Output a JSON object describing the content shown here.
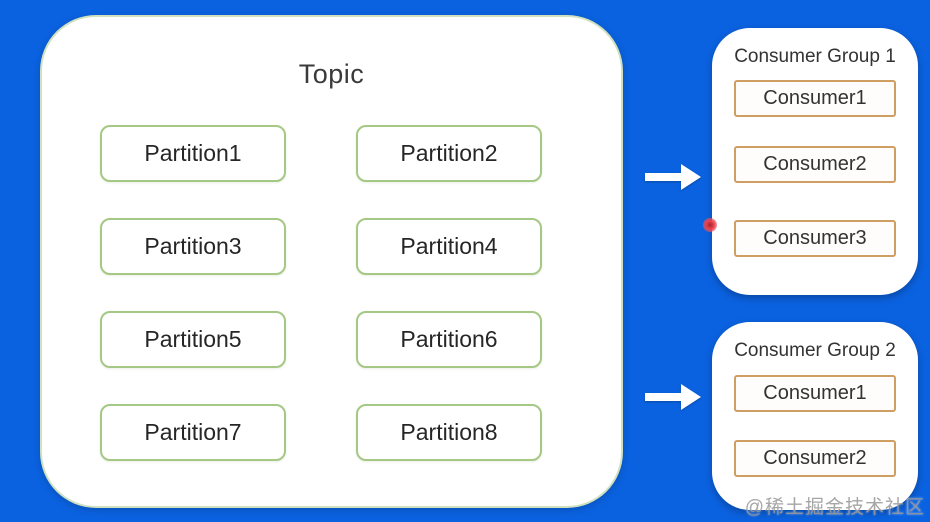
{
  "diagram": {
    "topic": {
      "title": "Topic",
      "partitions": [
        "Partition1",
        "Partition2",
        "Partition3",
        "Partition4",
        "Partition5",
        "Partition6",
        "Partition7",
        "Partition8"
      ]
    },
    "consumer_groups": [
      {
        "title": "Consumer Group 1",
        "consumers": [
          "Consumer1",
          "Consumer2",
          "Consumer3"
        ]
      },
      {
        "title": "Consumer Group 2",
        "consumers": [
          "Consumer1",
          "Consumer2"
        ]
      }
    ],
    "watermark": "@稀土掘金技术社区",
    "colors": {
      "background": "#0b62e0",
      "topic_fill": "#ffffff",
      "partition_border": "#a5c885",
      "consumer_border": "#cf9e63",
      "arrow": "#ffffff",
      "pointer_dot": "#e8414b",
      "text": "#2e2e2e"
    }
  }
}
